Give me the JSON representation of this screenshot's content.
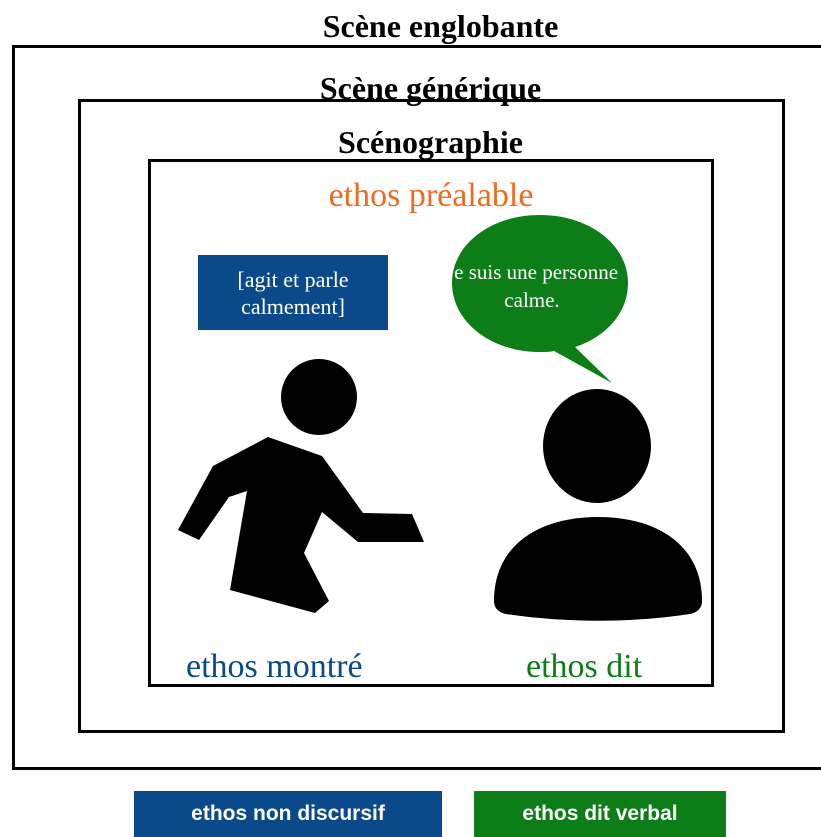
{
  "titles": {
    "outer": "Scène englobante",
    "middle": "Scène générique",
    "inner": "Scénographie"
  },
  "ethos_prealable": "ethos préalable",
  "action_box": {
    "text": "[agit et parle calmement]"
  },
  "speech_bubble": {
    "text": "Je suis une personne calme."
  },
  "labels": {
    "ethos_montre": "ethos montré",
    "ethos_dit": "ethos dit"
  },
  "legend": {
    "non_discursif": "ethos non discursif",
    "dit_verbal": "ethos dit verbal"
  },
  "colors": {
    "frame": "#000000",
    "orange": "#f26b1d",
    "blue": "#0b4a8a",
    "green": "#0d7d18",
    "figure": "#000000"
  },
  "icons": {
    "figure_left": "walking-person-icon",
    "figure_right": "person-bust-icon",
    "speech": "speech-bubble-icon"
  }
}
